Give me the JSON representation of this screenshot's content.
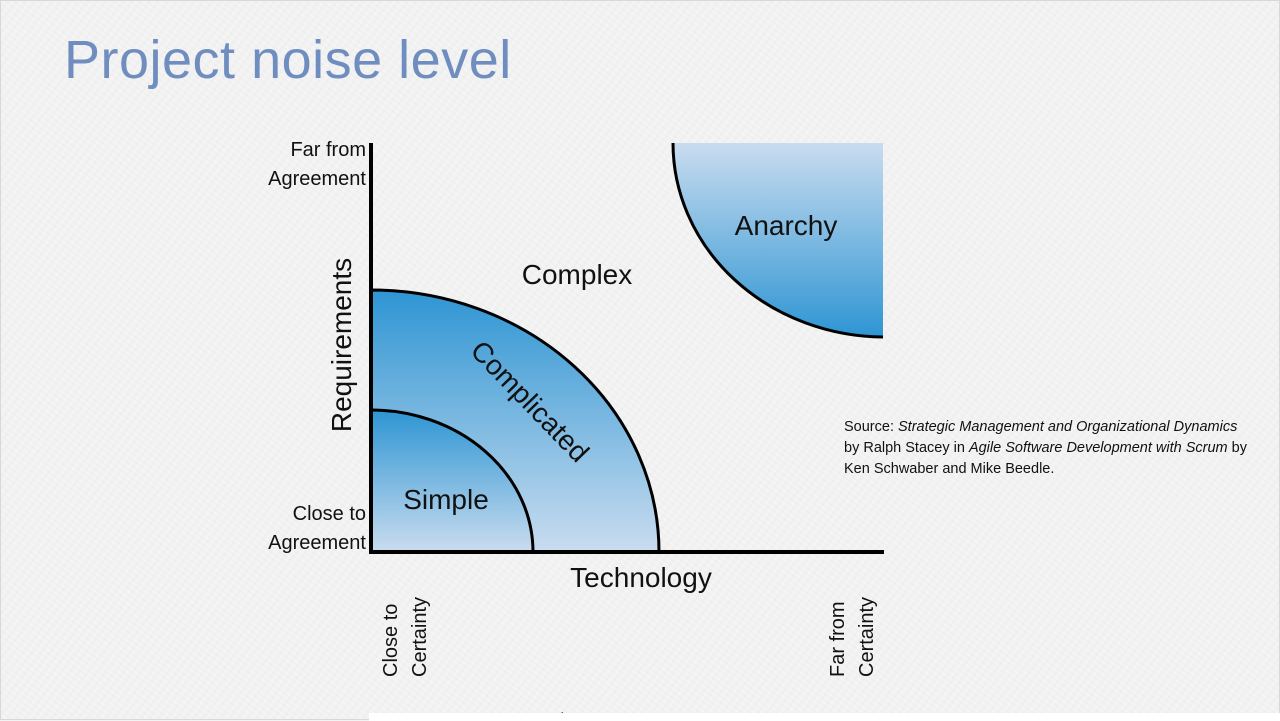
{
  "slide": {
    "title": "Project noise level"
  },
  "diagram": {
    "y_axis": {
      "label": "Requirements",
      "top_line1": "Far from",
      "top_line2": "Agreement",
      "bottom_line1": "Close to",
      "bottom_line2": "Agreement"
    },
    "x_axis": {
      "label": "Technology",
      "left_line1": "Close to",
      "left_line2": "Certainty",
      "right_line1": "Far from",
      "right_line2": "Certainty"
    },
    "regions": {
      "simple": "Simple",
      "complicated": "Complicated",
      "complex": "Complex",
      "anarchy": "Anarchy"
    },
    "colors": {
      "region_dark": "#2e95d3",
      "region_light": "#c9dcef",
      "title": "#6f8ebf"
    }
  },
  "source": {
    "prefix": "Source: ",
    "book1": "Strategic Management and Organizational Dynamics",
    "by1": " by Ralph Stacey in ",
    "book2": "Agile Software Development with Scrum",
    "by2": " by Ken Schwaber and Mike Beedle."
  }
}
